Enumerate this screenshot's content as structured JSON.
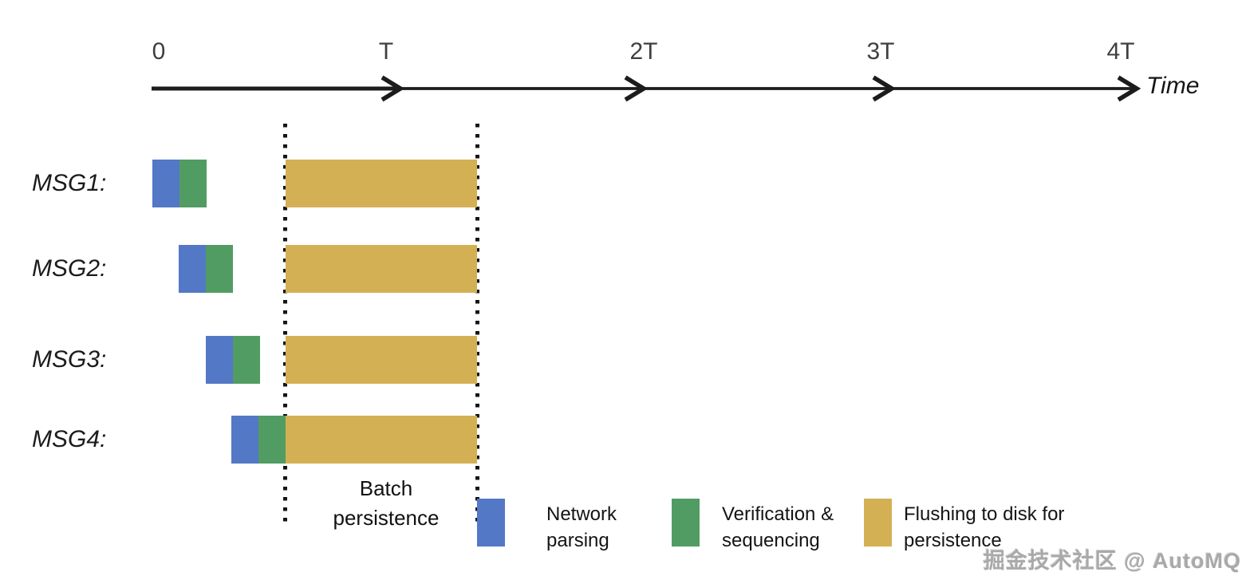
{
  "figure": {
    "axis": {
      "tick_labels": [
        "0",
        "T",
        "2T",
        "3T",
        "4T"
      ],
      "axis_label": "Time"
    },
    "rows": [
      {
        "label": "MSG1:"
      },
      {
        "label": "MSG2:"
      },
      {
        "label": "MSG3:"
      },
      {
        "label": "MSG4:"
      }
    ],
    "batch_window_label": {
      "line1": "Batch",
      "line2": "persistence"
    },
    "legend": [
      {
        "name": "network-parsing",
        "label": "Network parsing",
        "color": "#5378c5"
      },
      {
        "name": "verification-sequencing",
        "label": "Verification & sequencing",
        "color": "#519c63"
      },
      {
        "name": "flushing-to-disk",
        "label": "Flushing to disk for persistence",
        "color": "#d4b055"
      }
    ],
    "watermark": "掘金技术社区 @ AutoMQ",
    "colors": {
      "axis_line": "#1c1c1c",
      "dotted_line": "#151515",
      "tick_text": "#3f3f3f"
    }
  },
  "chart_data": {
    "type": "gantt",
    "title": "",
    "xlabel": "Time",
    "x_unit": "T",
    "x_ticks": [
      "0",
      "T",
      "2T",
      "3T",
      "4T"
    ],
    "x_range_T": [
      0,
      4
    ],
    "rows": [
      "MSG1:",
      "MSG2:",
      "MSG3:",
      "MSG4:"
    ],
    "phases": [
      {
        "name": "Network parsing",
        "color": "#5378c5",
        "starts_T": [
          0.0,
          0.11,
          0.22,
          0.33
        ],
        "duration_T": 0.11
      },
      {
        "name": "Verification & sequencing",
        "color": "#519c63",
        "starts_T": [
          0.11,
          0.22,
          0.33,
          0.44
        ],
        "duration_T": 0.11
      },
      {
        "name": "Flushing to disk for persistence",
        "color": "#d4b055",
        "starts_T": [
          0.53,
          0.53,
          0.53,
          0.53
        ],
        "ends_T": [
          1.32,
          1.32,
          1.32,
          1.32
        ]
      }
    ],
    "batch_window_T": [
      0.53,
      1.32
    ],
    "annotation": "Batch persistence",
    "legend_position": "bottom",
    "grid": false
  }
}
